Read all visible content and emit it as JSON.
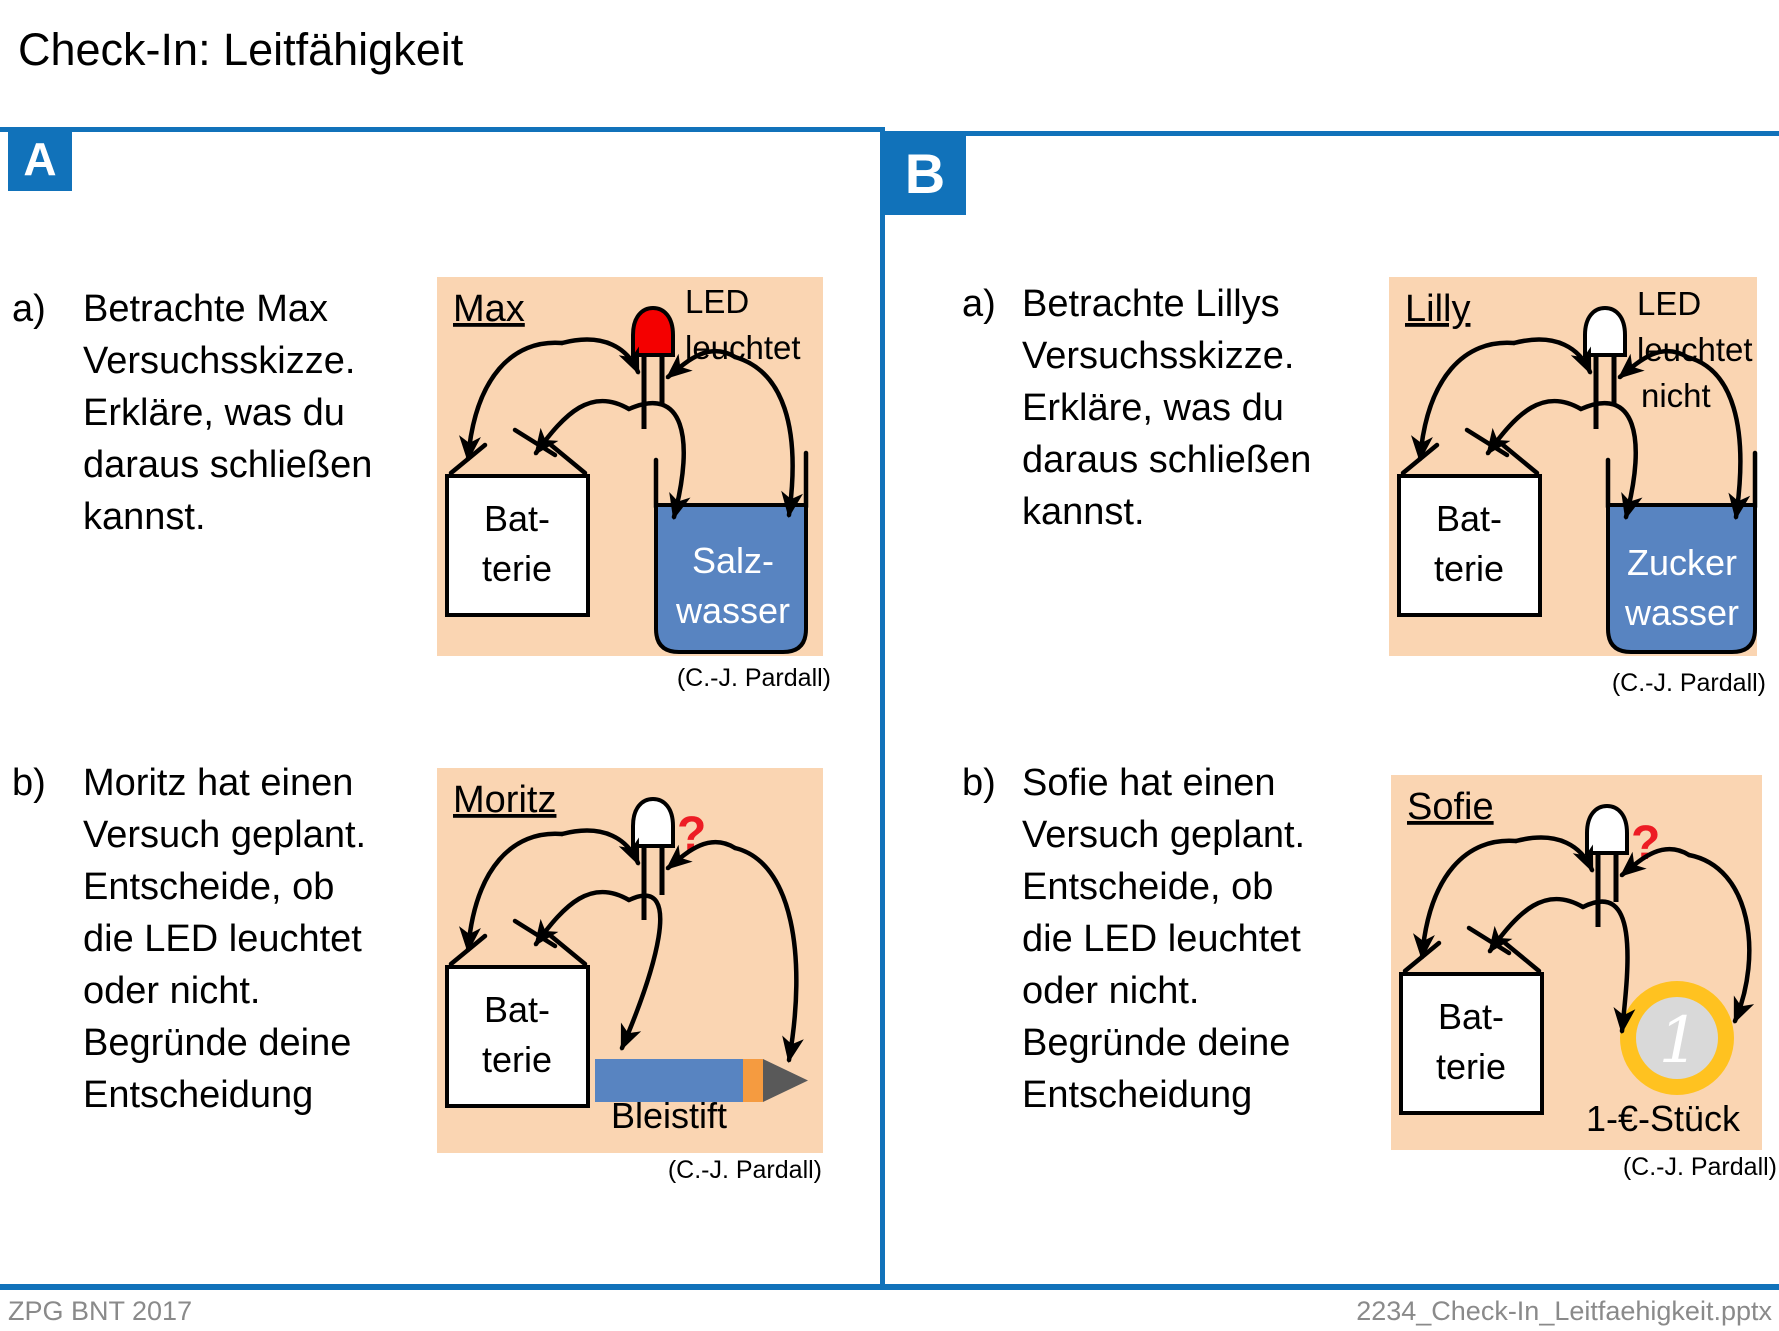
{
  "slide": {
    "title": "Check-In: Leitfähigkeit"
  },
  "panels": {
    "a": {
      "badge": "A",
      "task_a": {
        "marker": "a)",
        "text": "Betrachte Max\nVersuchsskizze.\nErkläre, was du\ndaraus schließen\nkannst."
      },
      "task_b": {
        "marker": "b)",
        "text": "Moritz hat einen\nVersuch geplant.\nEntscheide, ob\ndie LED leuchtet\noder nicht.\nBegründe deine\nEntscheidung"
      }
    },
    "b": {
      "badge": "B",
      "task_a": {
        "marker": "a)",
        "text": "Betrachte Lillys\nVersuchsskizze.\nErkläre, was du\ndaraus schließen\nkannst."
      },
      "task_b": {
        "marker": "b)",
        "text": "Sofie hat einen\nVersuch geplant.\nEntscheide, ob\ndie LED leuchtet\noder nicht.\nBegründe deine\nEntscheidung"
      }
    }
  },
  "figures": {
    "max": {
      "name": "Max",
      "led_label_1": "LED",
      "led_label_2": "leuchtet",
      "battery_1": "Bat-",
      "battery_2": "terie",
      "liquid_1": "Salz-",
      "liquid_2": "wasser",
      "credit": "(C.-J. Pardall)"
    },
    "moritz": {
      "name": "Moritz",
      "question_mark": "?",
      "battery_1": "Bat-",
      "battery_2": "terie",
      "object_label": "Bleistift",
      "credit": "(C.-J. Pardall)"
    },
    "lilly": {
      "name": "Lilly",
      "led_label_1": "LED",
      "led_label_2": "leuchtet",
      "led_label_3": "nicht",
      "battery_1": "Bat-",
      "battery_2": "terie",
      "liquid_1": "Zucker",
      "liquid_2": "wasser",
      "credit": "(C.-J. Pardall)"
    },
    "sofie": {
      "name": "Sofie",
      "question_mark": "?",
      "battery_1": "Bat-",
      "battery_2": "terie",
      "coin_digit": "1",
      "object_label": "1-€-Stück",
      "credit": "(C.-J. Pardall)"
    }
  },
  "footer": {
    "left": "ZPG BNT 2017",
    "right": "2234_Check-In_Leitfaehigkeit.pptx"
  },
  "colors": {
    "accent_blue": "#1172BA",
    "figure_background": "#FAD5B2",
    "water_blue": "#5884C1",
    "led_red": "#F40000",
    "question_red": "#ED1C24",
    "coin_gold": "#FFC220",
    "coin_silver": "#D9D9D9",
    "pencil_orange": "#F59B40",
    "pencil_tip_gray": "#595959",
    "footer_gray": "#8A8A8A"
  }
}
